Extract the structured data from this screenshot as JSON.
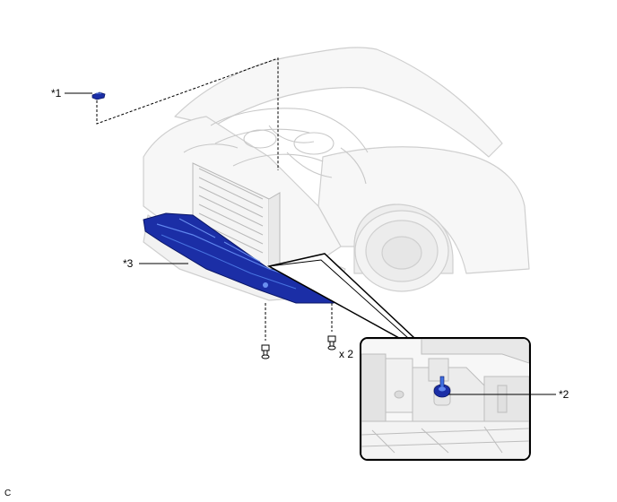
{
  "callouts": {
    "c1": "*1",
    "c2": "*2",
    "c3": "*3"
  },
  "quantity": "x 2",
  "figure_code": "C",
  "colors": {
    "part_highlight": "#1b2ea6",
    "part_highlight_light": "#3f6fe0",
    "outline": "#000000",
    "ghost_line": "#cfcfcf"
  }
}
